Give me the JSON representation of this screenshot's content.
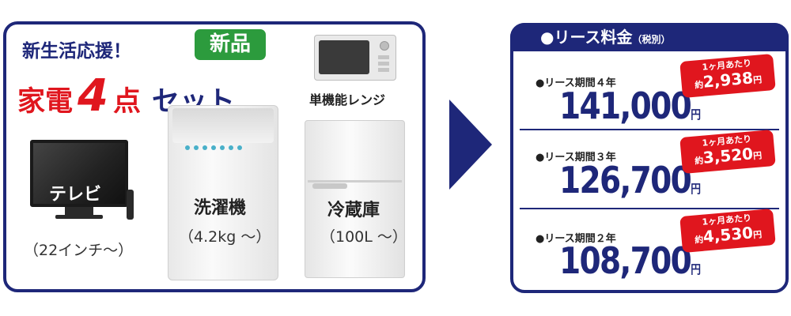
{
  "left": {
    "title_line1": "新生活応援！",
    "new_badge": "新品",
    "title_kaden": "家電",
    "title_number": "4",
    "title_ten": "点",
    "title_set": "セット",
    "items": {
      "tv": {
        "label": "テレビ",
        "spec": "（22インチ〜）"
      },
      "washer": {
        "label": "洗濯機",
        "spec": "（4.2kg 〜）"
      },
      "fridge": {
        "label": "冷蔵庫",
        "spec": "（100L 〜）"
      },
      "microwave": {
        "label": "単機能レンジ"
      }
    }
  },
  "right": {
    "header_title": "●リース料金",
    "header_note": "（税別）",
    "plans": [
      {
        "label": "●リース期間４年",
        "price": "141,000",
        "unit": "円",
        "monthly_prefix": "1ヶ月あたり",
        "monthly_label": "約",
        "monthly_value": "2,938",
        "monthly_unit": "円"
      },
      {
        "label": "●リース期間３年",
        "price": "126,700",
        "unit": "円",
        "monthly_prefix": "1ヶ月あたり",
        "monthly_label": "約",
        "monthly_value": "3,520",
        "monthly_unit": "円"
      },
      {
        "label": "●リース期間２年",
        "price": "108,700",
        "unit": "円",
        "monthly_prefix": "1ヶ月あたり",
        "monthly_label": "約",
        "monthly_value": "4,530",
        "monthly_unit": "円"
      }
    ]
  },
  "colors": {
    "navy": "#1e2779",
    "red": "#e0161e",
    "green": "#2c9b3d"
  }
}
